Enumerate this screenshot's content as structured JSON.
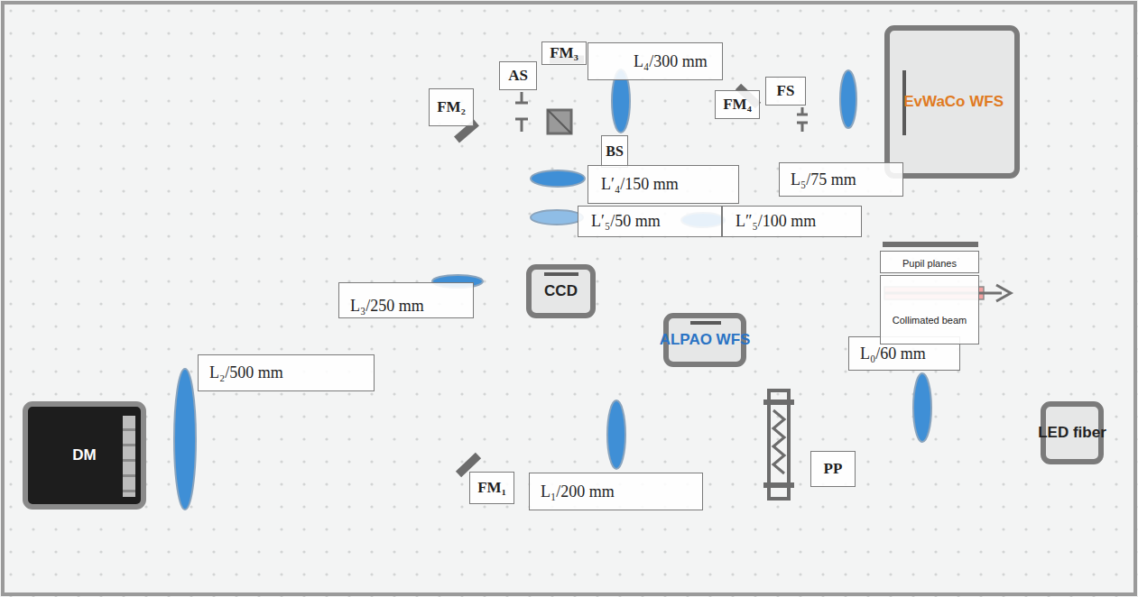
{
  "diagram": {
    "nodes": [
      {
        "text": [
          "FM₂"
        ]
      },
      {
        "text": [
          "AS"
        ]
      },
      {
        "text": [
          "FM₃"
        ]
      },
      {
        "text": [
          "L₄/300 mm"
        ]
      },
      {
        "text": [
          "FM₄"
        ]
      },
      {
        "text": [
          "FS"
        ]
      },
      {
        "text": [
          "EvWaCo WFS"
        ]
      },
      {
        "text": [
          "BS"
        ]
      },
      {
        "text": [
          "L′₄/150 mm"
        ]
      },
      {
        "text": [
          "L₅/75 mm"
        ]
      },
      {
        "text": [
          "L′₅/50 mm"
        ]
      },
      {
        "text": [
          "L″₅/100 mm"
        ]
      },
      {
        "text": [
          "CCD"
        ]
      },
      {
        "text": [
          "L₃/250 mm"
        ]
      },
      {
        "text": [
          "ALPAO WFS"
        ]
      },
      {
        "text": [
          "L₂/500 mm"
        ]
      },
      {
        "text": [
          "DM"
        ]
      },
      {
        "text": [
          "L₀/60 mm"
        ]
      },
      {
        "text": [
          "LED fiber"
        ]
      },
      {
        "text": [
          "FM₁"
        ]
      },
      {
        "text": [
          "L₁/200 mm"
        ]
      },
      {
        "text": [
          "PP"
        ]
      }
    ],
    "legend": [
      {
        "text": "Pupil planes"
      },
      {
        "text": "Collimated beam"
      }
    ]
  }
}
